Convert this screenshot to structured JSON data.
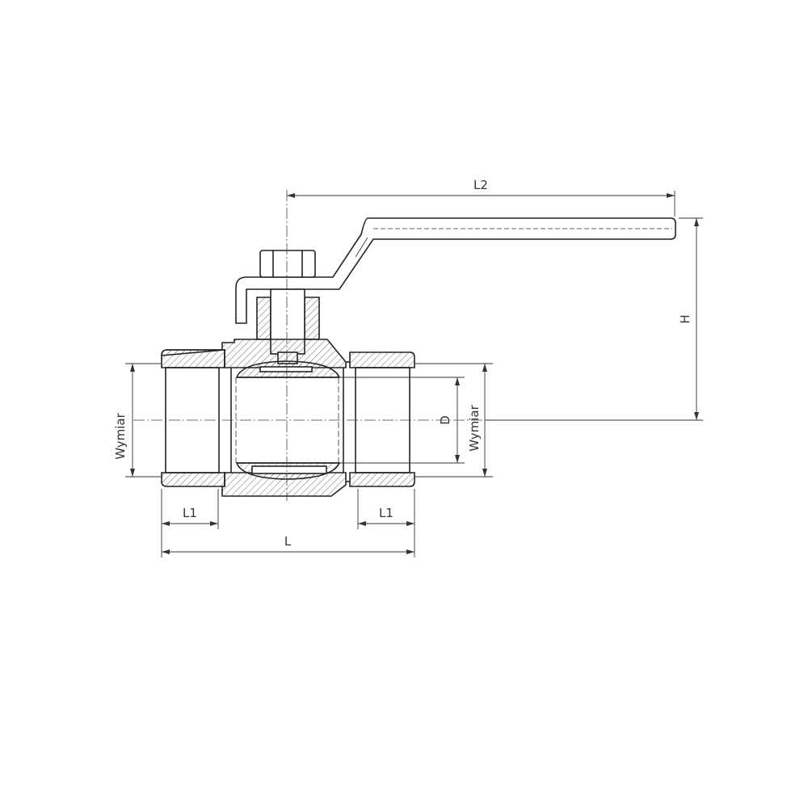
{
  "dimensions": {
    "L2": "L2",
    "H": "H",
    "D": "D",
    "wymiar_left": "Wymiar",
    "wymiar_right": "Wymiar",
    "L1_left": "L1",
    "L1_right": "L1",
    "L": "L"
  }
}
